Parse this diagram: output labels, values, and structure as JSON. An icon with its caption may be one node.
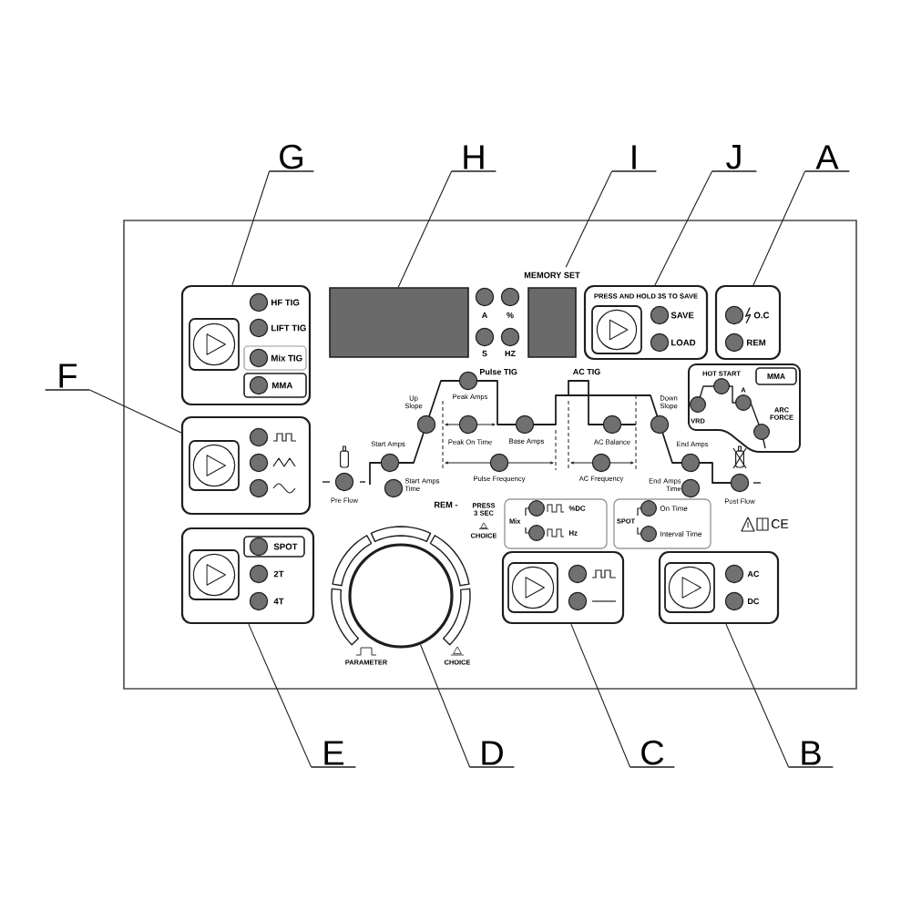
{
  "diagram": {
    "nodes": [
      {
        "text": [
          "G"
        ]
      },
      {
        "text": [
          "H"
        ]
      },
      {
        "text": [
          "I"
        ]
      },
      {
        "text": [
          "J"
        ]
      },
      {
        "text": [
          "A"
        ]
      },
      {
        "text": [],
        "shape": "box"
      },
      {
        "text": [
          "HF TIG",
          "LIFT TIG"
        ],
        "in": 5
      },
      {
        "text": [
          "Mix TIG"
        ],
        "in": 6
      },
      {
        "text": [
          "MMA"
        ],
        "in": 6
      },
      {
        "text": [],
        "shape": "box",
        "in": 5
      },
      {
        "text": [
          "MEMORY SET"
        ],
        "in": 5
      },
      {
        "text": [
          "PRESS AND HOLD 3S TO SAVE",
          "SAVE",
          "LOAD"
        ],
        "in": 5
      },
      {
        "text": [
          "O.C",
          "REM"
        ],
        "in": 5
      },
      {
        "text": [
          "F"
        ]
      },
      {
        "text": [],
        "shape": "box",
        "in": 5
      },
      {
        "text": [
          "HOT START",
          "VRD",
          "A",
          "ARC FORCE"
        ],
        "in": 5
      },
      {
        "text": [
          "MMA"
        ],
        "in": 15
      },
      {
        "text": [],
        "shape": "circle",
        "in": 5,
        "beside": [
          "REM -",
          "PRESS 3 SEC",
          "CHOICE",
          "PARAMETER",
          "CHOICE"
        ]
      },
      {
        "text": [
          "Mix",
          "%DC",
          "Hz"
        ],
        "in": 5
      },
      {
        "text": [
          "SPOT",
          "On Time",
          "Interval Time"
        ],
        "in": 5
      },
      {
        "text": [
          "2T",
          "4T"
        ],
        "in": 5
      },
      {
        "text": [
          "SPOT"
        ],
        "in": 20
      },
      {
        "text": [],
        "shape": "box",
        "in": 5
      },
      {
        "text": [
          "AC",
          "DC"
        ],
        "in": 5
      },
      {
        "text": [
          "E"
        ]
      },
      {
        "text": [
          "D"
        ]
      },
      {
        "text": [
          "C"
        ]
      },
      {
        "text": [
          "B"
        ]
      }
    ],
    "edges": [
      {
        "from": 0,
        "to": 6,
        "arrow": "none"
      },
      {
        "from": 1,
        "to": 9,
        "arrow": "none"
      },
      {
        "from": 2,
        "to": 10,
        "arrow": "none"
      },
      {
        "from": 3,
        "to": 11,
        "arrow": "none"
      },
      {
        "from": 4,
        "to": 12,
        "arrow": "none"
      },
      {
        "from": 13,
        "to": 14,
        "arrow": "none"
      },
      {
        "from": 24,
        "to": 20,
        "arrow": "none"
      },
      {
        "from": 25,
        "to": 17,
        "arrow": "none"
      },
      {
        "from": 26,
        "to": 22,
        "arrow": "none"
      },
      {
        "from": 27,
        "to": 23,
        "arrow": "none"
      }
    ],
    "labels": [
      "A",
      "%",
      "S",
      "HZ",
      "Pulse TIG",
      "AC TIG",
      "Up Slope",
      "Peak Amps",
      "Down Slope",
      "Start Amps",
      "Peak On Time",
      "Base Amps",
      "AC Balance",
      "End Amps",
      "Pulse Frequency",
      "AC Frequency",
      "Start Amps Time",
      "End Amps Time",
      "Pre Flow",
      "Post Flow",
      "CE"
    ]
  }
}
